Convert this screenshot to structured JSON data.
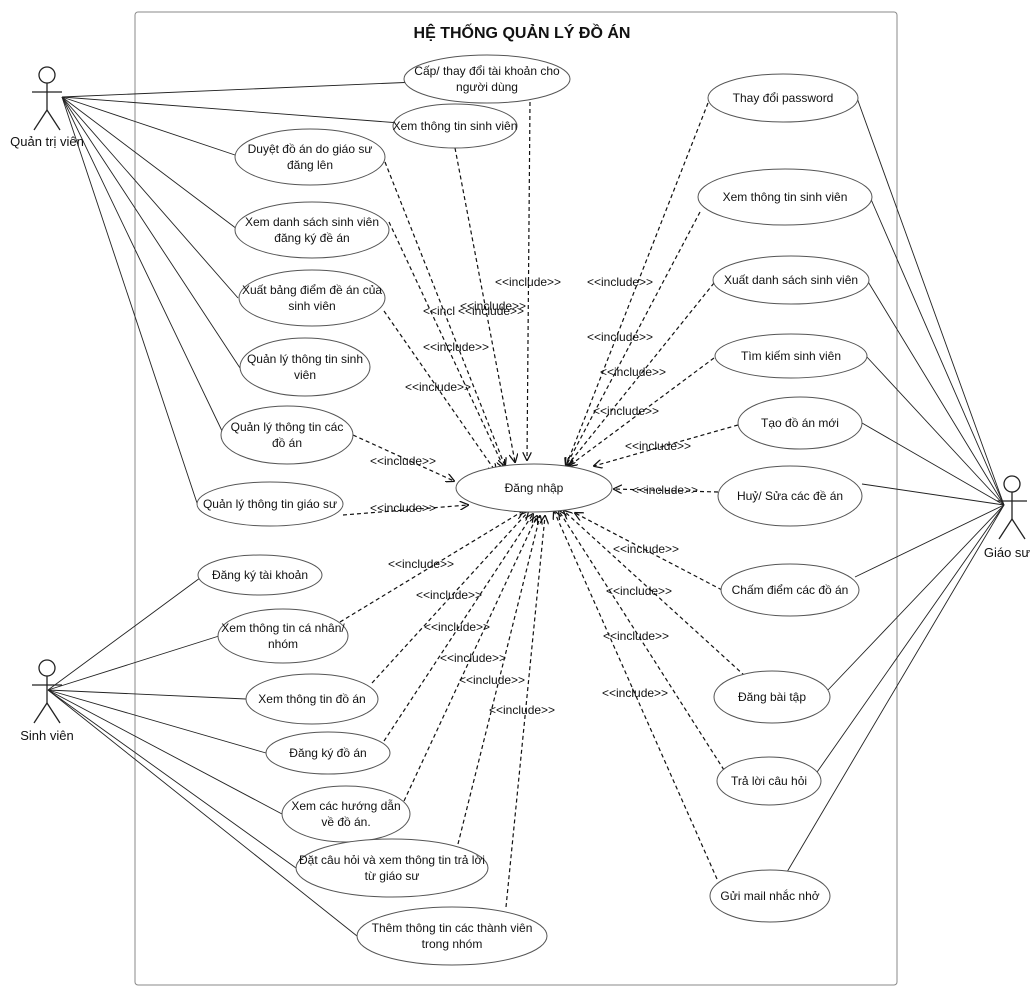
{
  "system": {
    "title": "HỆ THỐNG QUẢN LÝ ĐỒ ÁN"
  },
  "include_label": "<<include>>",
  "truncated_include_label": "<<incl",
  "actors": [
    {
      "id": "admin",
      "label": "Quản trị viên"
    },
    {
      "id": "student",
      "label": "Sinh viên"
    },
    {
      "id": "professor",
      "label": "Giáo sư"
    }
  ],
  "login": {
    "label": "Đăng nhập"
  },
  "use_cases": {
    "admin": [
      {
        "id": "cap-tai-khoan",
        "lines": [
          "Cấp/ thay đổi tài khoản cho",
          "người dùng"
        ]
      },
      {
        "id": "xem-thong-tin-sv-admin",
        "lines": [
          "Xem thông tin sinh viên"
        ]
      },
      {
        "id": "duyet-do-an",
        "lines": [
          "Duyệt đồ án do giáo sư",
          "đăng lên"
        ]
      },
      {
        "id": "xem-ds-sv",
        "lines": [
          "Xem danh sách sinh viên",
          "đăng ký đề án"
        ]
      },
      {
        "id": "xuat-bang-diem",
        "lines": [
          "Xuất bảng điểm đề án của",
          "sinh viên"
        ]
      },
      {
        "id": "ql-thong-tin-sv",
        "lines": [
          "Quản lý thông tin sinh",
          "viên"
        ]
      },
      {
        "id": "ql-do-an",
        "lines": [
          "Quản lý thông tin các",
          "đồ án"
        ]
      },
      {
        "id": "ql-giao-su",
        "lines": [
          "Quản lý thông tin giáo sư"
        ]
      }
    ],
    "student": [
      {
        "id": "dang-ky-tk",
        "lines": [
          "Đăng ký tài khoản"
        ]
      },
      {
        "id": "xem-ca-nhan",
        "lines": [
          "Xem thông tin cá nhân/",
          "nhóm"
        ]
      },
      {
        "id": "xem-do-an",
        "lines": [
          "Xem thông tin đồ án"
        ]
      },
      {
        "id": "dang-ky-do-an",
        "lines": [
          "Đăng ký đồ án"
        ]
      },
      {
        "id": "xem-huong-dan",
        "lines": [
          "Xem các hướng dẫn",
          "về đồ án."
        ]
      },
      {
        "id": "dat-cau-hoi",
        "lines": [
          "Đặt câu hỏi và xem thông tin trả lời",
          "từ giáo sư"
        ]
      },
      {
        "id": "them-thanh-vien",
        "lines": [
          "Thêm thông tin các thành viên",
          "trong nhóm"
        ]
      }
    ],
    "professor": [
      {
        "id": "doi-password",
        "lines": [
          "Thay đổi password"
        ]
      },
      {
        "id": "xem-thong-tin-sv-gs",
        "lines": [
          "Xem thông tin sinh viên"
        ]
      },
      {
        "id": "xuat-ds-sv",
        "lines": [
          "Xuất danh sách sinh viên"
        ]
      },
      {
        "id": "tim-kiem-sv",
        "lines": [
          "Tìm kiếm sinh viên"
        ]
      },
      {
        "id": "tao-do-an",
        "lines": [
          "Tạo đồ án mới"
        ]
      },
      {
        "id": "huy-sua-de-an",
        "lines": [
          "Huỷ/ Sửa các đề án"
        ]
      },
      {
        "id": "cham-diem",
        "lines": [
          "Chấm điểm các đồ án"
        ]
      },
      {
        "id": "dang-bai-tap",
        "lines": [
          "Đăng bài tập"
        ]
      },
      {
        "id": "tra-loi",
        "lines": [
          "Trả lời câu hỏi"
        ]
      },
      {
        "id": "gui-mail",
        "lines": [
          "Gửi mail nhắc nhở"
        ]
      }
    ]
  }
}
